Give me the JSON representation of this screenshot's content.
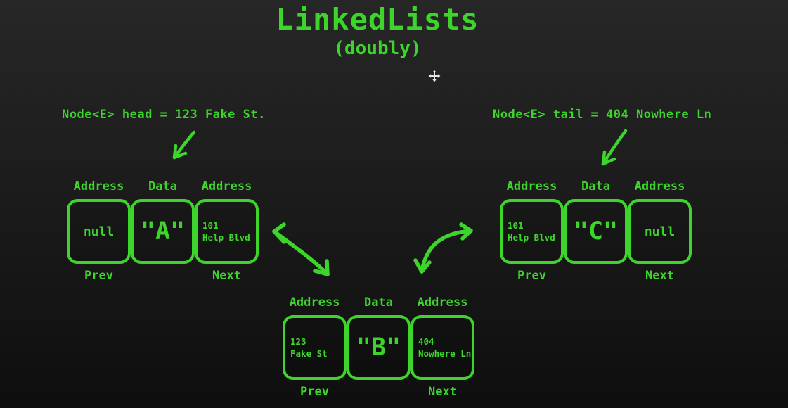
{
  "colors": {
    "green": "#3dd42c",
    "background_top": "#272727",
    "background_bottom": "#0e0e0e",
    "cursor": "#e4e4e4"
  },
  "title": {
    "heading": "LinkedLists",
    "subheading": "(doubly)"
  },
  "annotations": {
    "head_pointer": "Node<E> head = 123 Fake St.",
    "tail_pointer": "Node<E> tail = 404 Nowhere Ln"
  },
  "icons": {
    "move_cursor": "move-cursor-icon"
  },
  "nodes": {
    "a": {
      "column_labels": [
        "Address",
        "Data",
        "Address"
      ],
      "prev_value": "null",
      "data_value": "\"A\"",
      "next_value_line1": "101",
      "next_value_line2": "Help Blvd",
      "prev_label": "Prev",
      "next_label": "Next"
    },
    "b": {
      "column_labels": [
        "Address",
        "Data",
        "Address"
      ],
      "prev_value_line1": "123",
      "prev_value_line2": "Fake St",
      "data_value": "\"B\"",
      "next_value_line1": "404",
      "next_value_line2": "Nowhere Ln",
      "prev_label": "Prev",
      "next_label": "Next"
    },
    "c": {
      "column_labels": [
        "Address",
        "Data",
        "Address"
      ],
      "prev_value_line1": "101",
      "prev_value_line2": "Help Blvd",
      "data_value": "\"C\"",
      "next_value": "null",
      "prev_label": "Prev",
      "next_label": "Next"
    }
  }
}
